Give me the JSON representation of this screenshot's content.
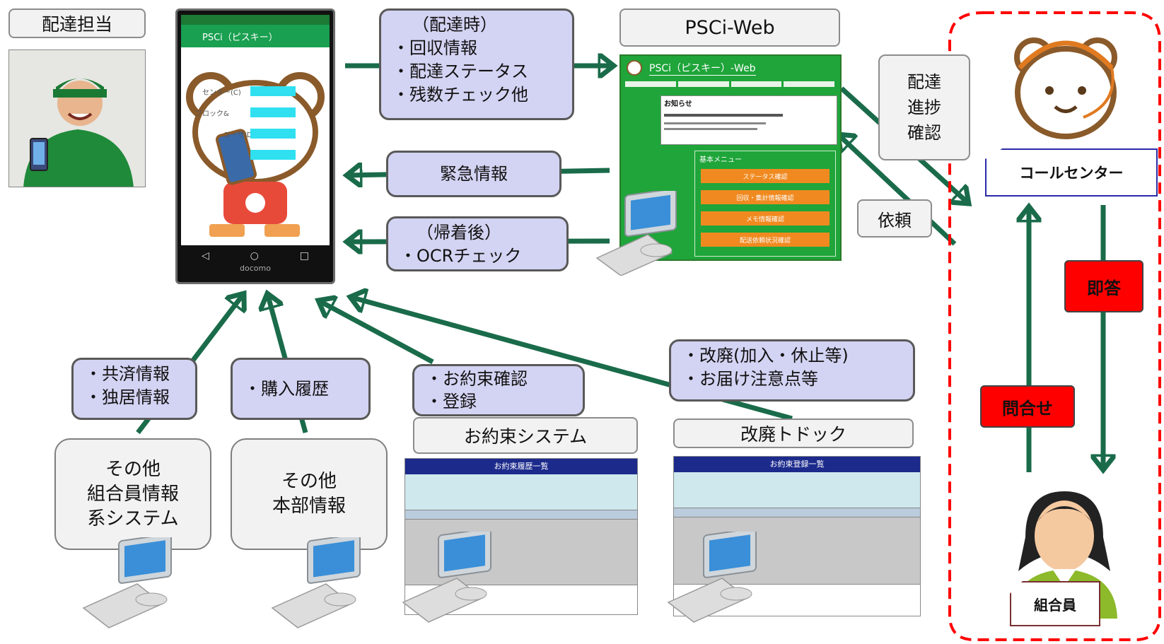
{
  "labels": {
    "courier": "配達担当",
    "pscweb": "PSCi-Web",
    "call_center": "コールセンター",
    "member": "組合員",
    "request": "依頼",
    "progress": [
      "配達",
      "進捗",
      "確認"
    ],
    "promise_system": "お約束システム",
    "kaihai_dock": "改廃トドック",
    "instant_answer": "即答",
    "inquiry": "問合せ"
  },
  "bubbles": {
    "delivery": [
      "（配達時）",
      "・回収情報",
      "・配達ステータス",
      "・残数チェック他"
    ],
    "emergency": [
      "緊急情報"
    ],
    "after_return": [
      "（帰着後）",
      "・OCRチェック"
    ],
    "mutual": [
      "・共済情報",
      "・独居情報"
    ],
    "purchase": [
      "・購入履歴"
    ],
    "promise": [
      "・お約束確認",
      "・登録"
    ],
    "kaihai": [
      "・改廃(加入・休止等)",
      "・お届け注意点等"
    ]
  },
  "systems": {
    "other_member": [
      "その他",
      "組合員情報",
      "系システム"
    ],
    "other_hq": [
      "その他",
      "本部情報"
    ]
  },
  "phone": {
    "app_title": "PSCi（ピスキー）",
    "fields": [
      "センター(C)",
      "ブロック&",
      "ユーザID"
    ],
    "carrier": "docomo",
    "nav": [
      "◁",
      "○",
      "□"
    ]
  },
  "web": {
    "title": "PSCi（ピスキー）-Web",
    "notice_title": "お知らせ",
    "menu_title": "基本メニュー",
    "menu_items": [
      "ステータス確認",
      "回収・集計情報確認",
      "メモ情報確認",
      "配送依頼状況確認"
    ]
  },
  "screens": {
    "promise_title": "お約束履歴一覧",
    "kaihai_title": "お約束登録一覧"
  },
  "colors": {
    "arrow": "#1a6b4a",
    "bubble": "#d3d3f3",
    "red": "#ff0000",
    "web_green": "#1fa53a",
    "dashed": "#ff0000"
  }
}
